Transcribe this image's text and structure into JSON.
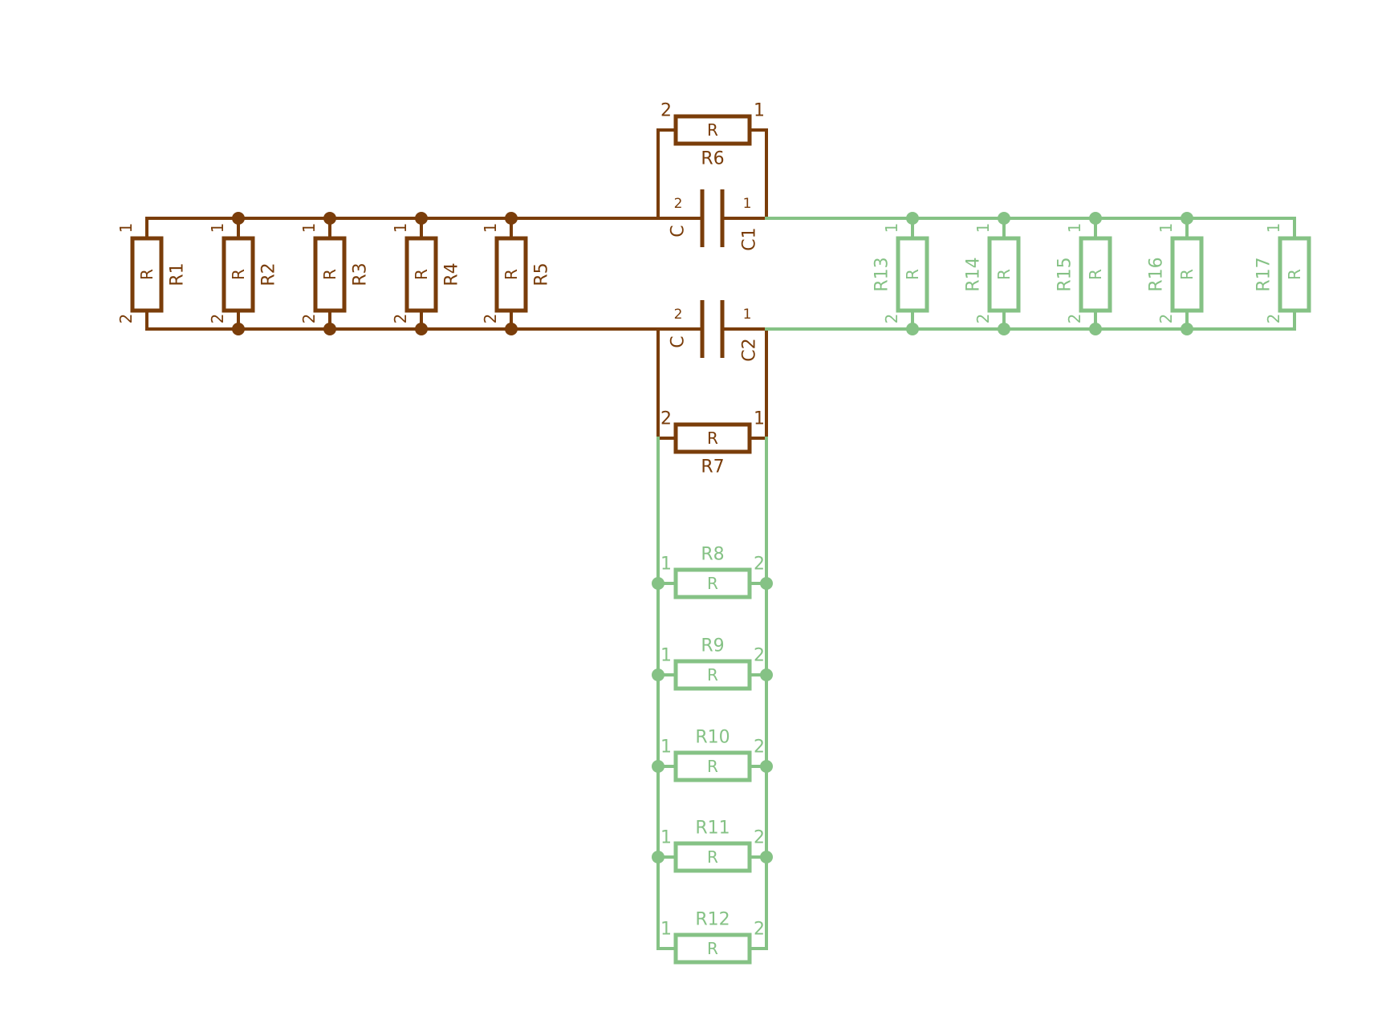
{
  "colors": {
    "net_a": "#7a3d0a",
    "net_b": "#85c285",
    "background": "#ffffff"
  },
  "resistor_value_label": "R",
  "capacitor_value_label": "C",
  "components": {
    "vertical_left": [
      {
        "ref": "R1",
        "pin_top": "1",
        "pin_bottom": "2",
        "net": "net_a"
      },
      {
        "ref": "R2",
        "pin_top": "1",
        "pin_bottom": "2",
        "net": "net_a"
      },
      {
        "ref": "R3",
        "pin_top": "1",
        "pin_bottom": "2",
        "net": "net_a"
      },
      {
        "ref": "R4",
        "pin_top": "1",
        "pin_bottom": "2",
        "net": "net_a"
      },
      {
        "ref": "R5",
        "pin_top": "1",
        "pin_bottom": "2",
        "net": "net_a"
      }
    ],
    "vertical_right": [
      {
        "ref": "R13",
        "pin_top": "1",
        "pin_bottom": "2",
        "net": "net_b"
      },
      {
        "ref": "R14",
        "pin_top": "1",
        "pin_bottom": "2",
        "net": "net_b"
      },
      {
        "ref": "R15",
        "pin_top": "1",
        "pin_bottom": "2",
        "net": "net_b"
      },
      {
        "ref": "R16",
        "pin_top": "1",
        "pin_bottom": "2",
        "net": "net_b"
      },
      {
        "ref": "R17",
        "pin_top": "1",
        "pin_bottom": "2",
        "net": "net_b"
      }
    ],
    "horizontal_top": [
      {
        "ref": "R6",
        "pin_left": "2",
        "pin_right": "1",
        "net": "net_a"
      },
      {
        "ref": "R7",
        "pin_left": "2",
        "pin_right": "1",
        "net": "net_a"
      }
    ],
    "horizontal_bottom": [
      {
        "ref": "R8",
        "pin_left": "1",
        "pin_right": "2",
        "net": "net_b"
      },
      {
        "ref": "R9",
        "pin_left": "1",
        "pin_right": "2",
        "net": "net_b"
      },
      {
        "ref": "R10",
        "pin_left": "1",
        "pin_right": "2",
        "net": "net_b"
      },
      {
        "ref": "R11",
        "pin_left": "1",
        "pin_right": "2",
        "net": "net_b"
      },
      {
        "ref": "R12",
        "pin_left": "1",
        "pin_right": "2",
        "net": "net_b"
      }
    ],
    "capacitors": [
      {
        "ref": "C1",
        "pin_left": "2",
        "pin_right": "1"
      },
      {
        "ref": "C2",
        "pin_left": "2",
        "pin_right": "1"
      }
    ]
  }
}
